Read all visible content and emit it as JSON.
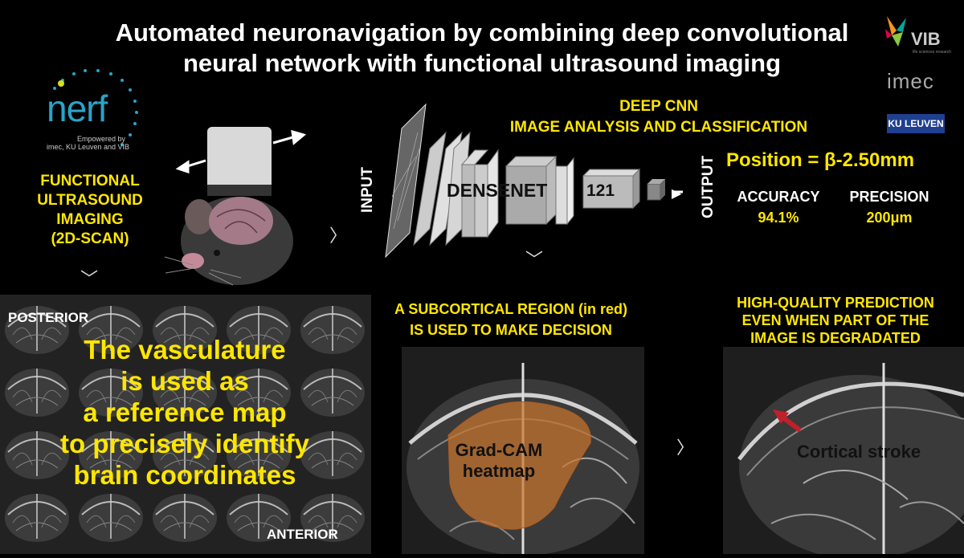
{
  "title_line1": "Automated neuronavigation by combining deep convolutional",
  "title_line2": "neural network with functional ultrasound imaging",
  "logos": {
    "nerf": "nerf",
    "nerf_sub1": "Empowered by",
    "nerf_sub2": "imec, KU Leuven and VIB",
    "vib": "VIB",
    "vib_sub": "life sciences research",
    "imec": "imec",
    "kuleuven": "KU LEUVEN"
  },
  "left_label": [
    "FUNCTIONAL",
    "ULTRASOUND",
    "IMAGING",
    "(2D-SCAN)"
  ],
  "cnn_heading1": "DEEP CNN",
  "cnn_heading2": "IMAGE ANALYSIS AND CLASSIFICATION",
  "input_label": "INPUT",
  "output_label": "OUTPUT",
  "densenet_label": "DENSENET",
  "densenet_num": "121",
  "position_text": "Position = β-2.50mm",
  "accuracy_label": "ACCURACY",
  "accuracy_value": "94.1%",
  "precision_label": "PRECISION",
  "precision_value": "200μm",
  "mosaic_top": "POSTERIOR",
  "mosaic_bottom": "ANTERIOR",
  "mosaic_text": [
    "The vasculature",
    "is used as",
    "a reference map",
    "to precisely identify",
    "brain coordinates"
  ],
  "gradcam_heading1": "A SUBCORTICAL REGION (in red)",
  "gradcam_heading2": "IS USED TO MAKE DECISION",
  "gradcam_label1": "Grad-CAM",
  "gradcam_label2": "heatmap",
  "right_heading1": "HIGH-QUALITY PREDICTION",
  "right_heading2": "EVEN WHEN PART OF THE",
  "right_heading3": "IMAGE IS DEGRADATED",
  "stroke_label": "Cortical stroke",
  "colors": {
    "accent_yellow": "#ffe600",
    "heatmap": "#c8742e",
    "arrow_red": "#c0202a"
  }
}
